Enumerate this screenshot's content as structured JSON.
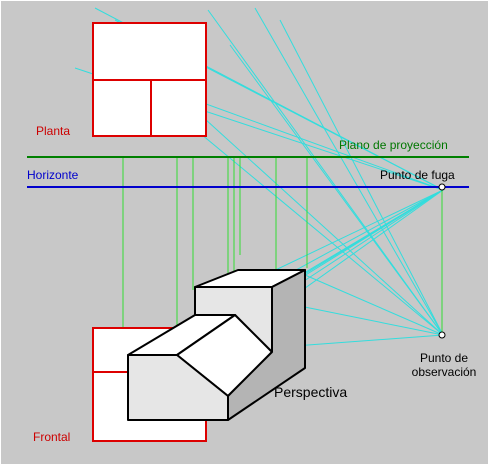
{
  "labels": {
    "planta": "Planta",
    "frontal": "Frontal",
    "plano_proyeccion": "Plano de proyección",
    "horizonte": "Horizonte",
    "punto_fuga": "Punto de fuga",
    "punto_observacion_l1": "Punto de",
    "punto_observacion_l2": "observación",
    "perspectiva": "Perspectiva"
  },
  "colors": {
    "background": "#c8c8c8",
    "view_outline": "#dd0000",
    "projection_plane": "#008000",
    "horizon": "#0000cc",
    "vertical_projectors": "#33dd33",
    "sight_rays": "#33dddd",
    "object_edges": "#000000",
    "face_light": "#e6e6e6",
    "face_dark": "#b4b4b4",
    "face_white": "#ffffff"
  }
}
